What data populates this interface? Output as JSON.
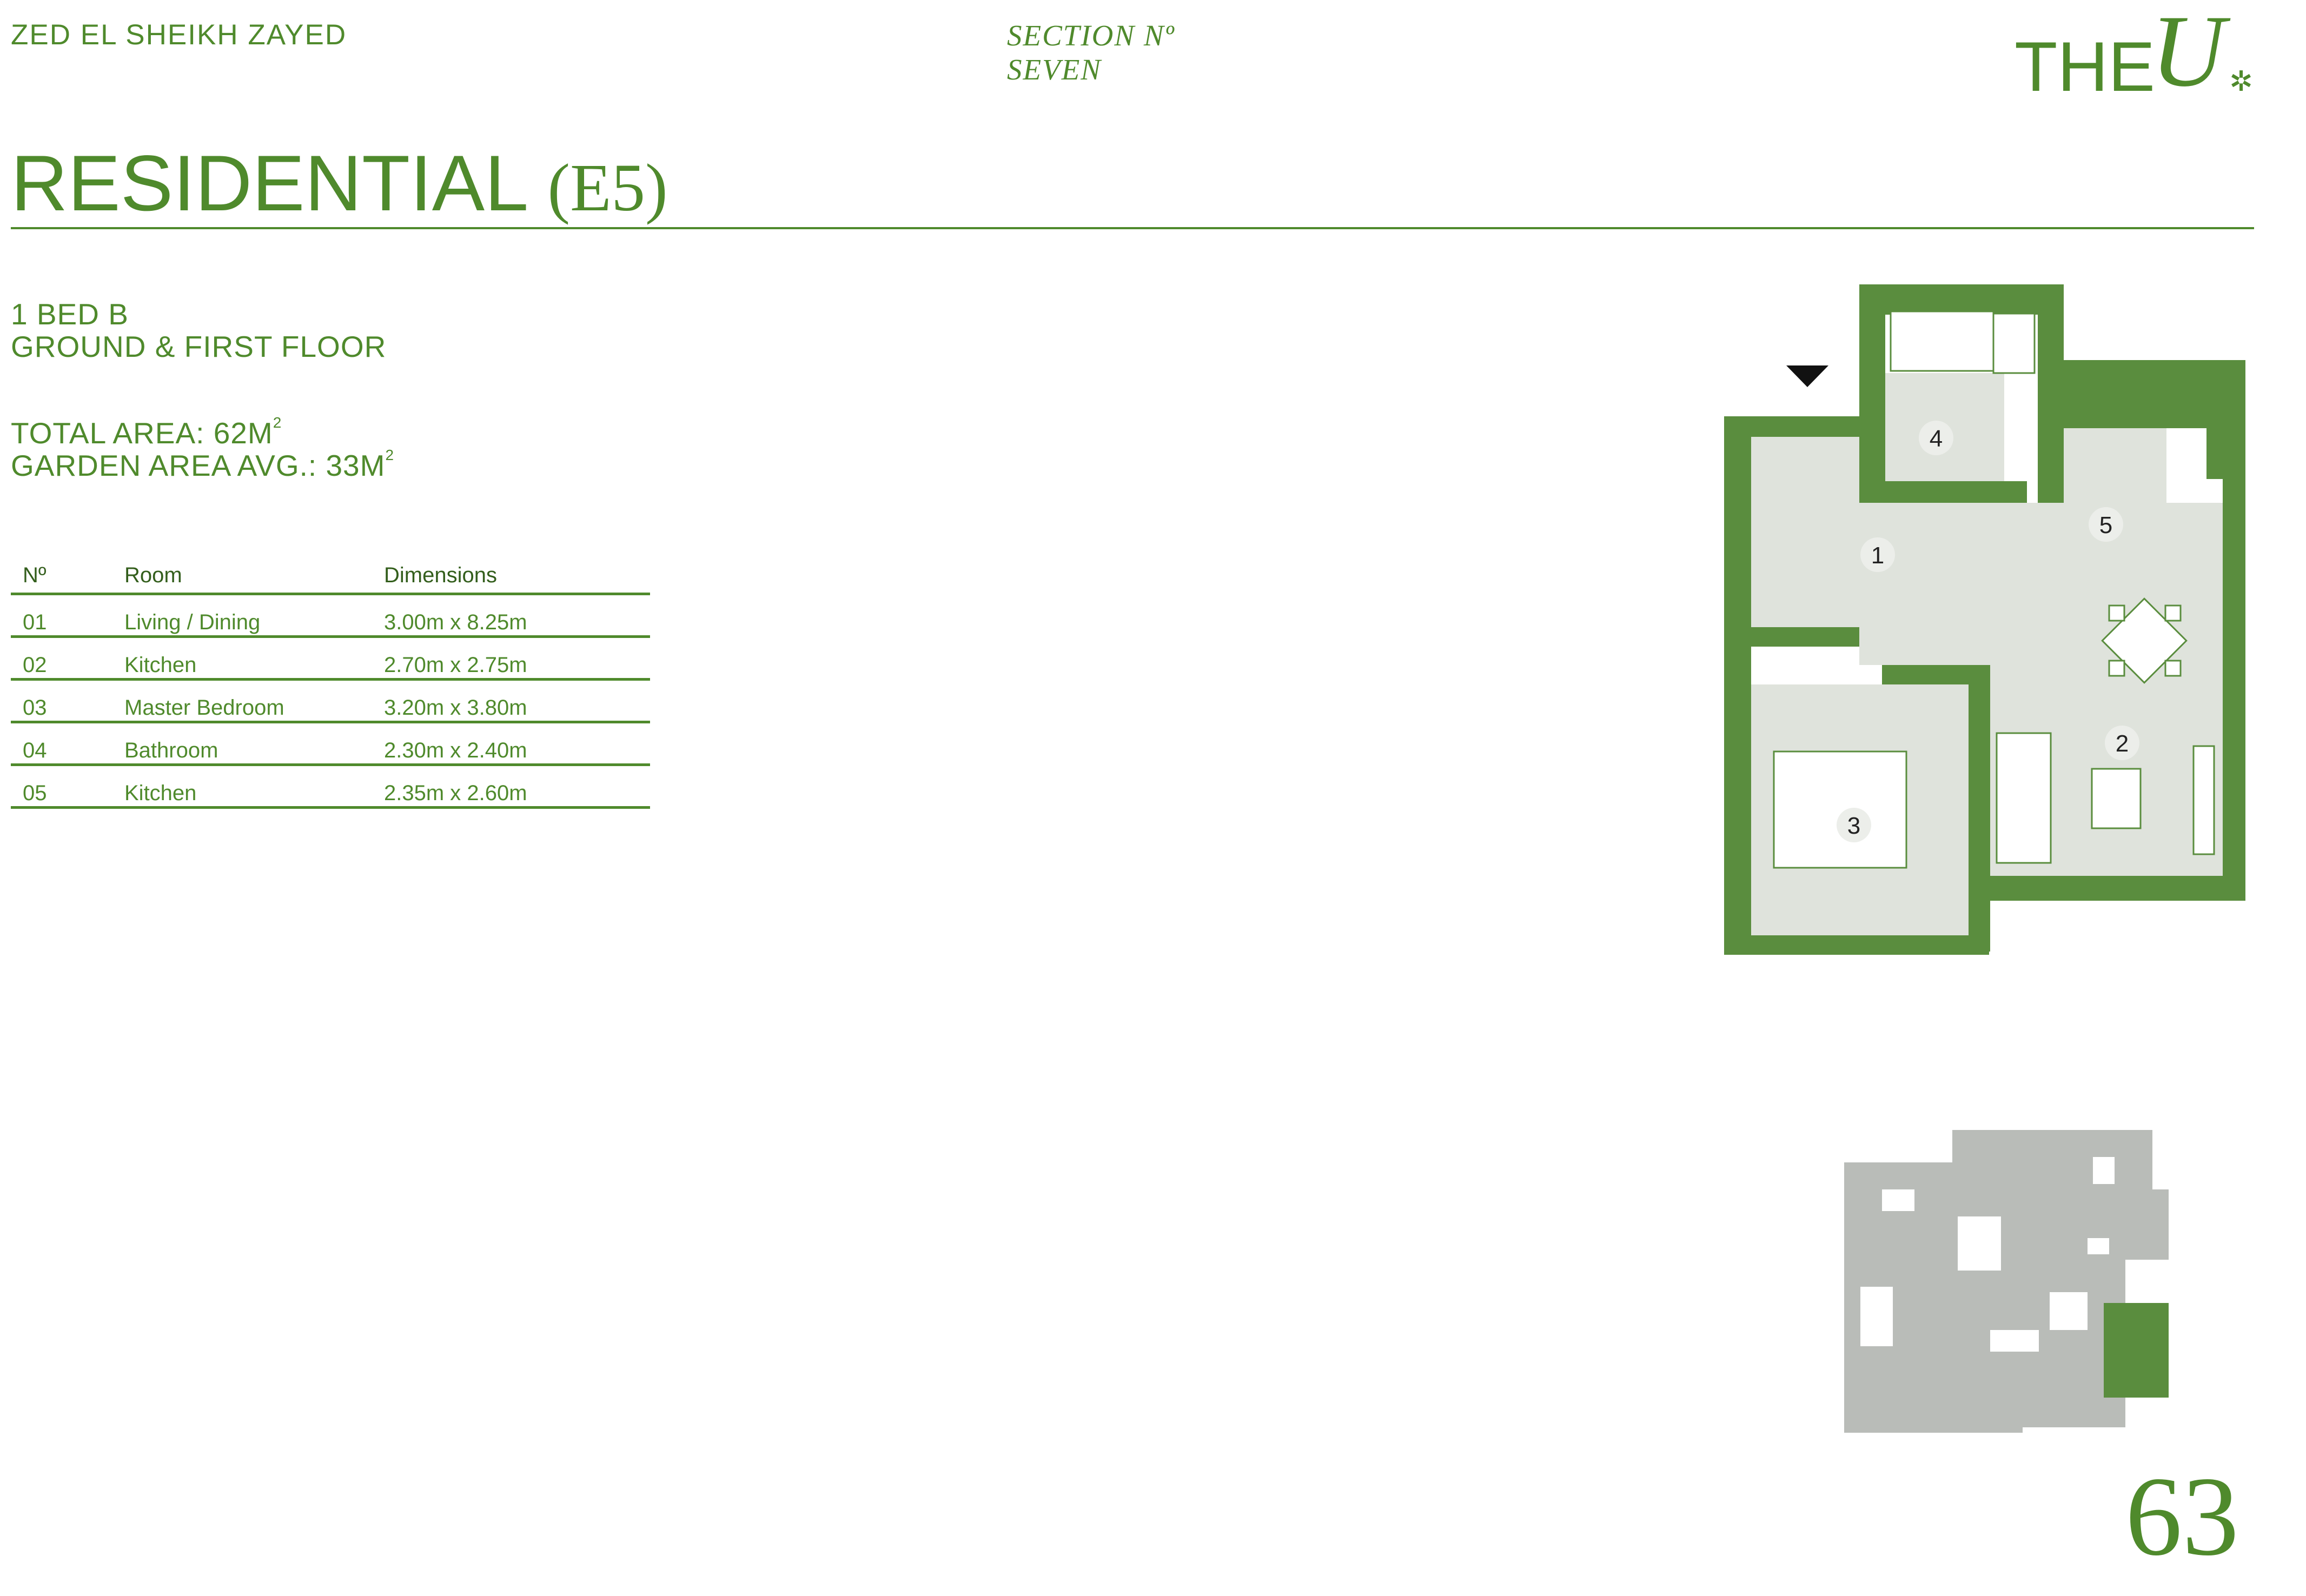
{
  "header": {
    "project": "ZED EL SHEIKH ZAYED",
    "section": "SECTION Nº SEVEN",
    "brand_prefix": "THE",
    "brand_mark": "U",
    "brand_icon": "leaf-cluster-icon"
  },
  "title": {
    "text": "RESIDENTIAL",
    "code": "(E5)"
  },
  "unit": {
    "type": "1 BED B",
    "floors": "GROUND & FIRST FLOOR",
    "total_area_label": "TOTAL AREA: 62M",
    "garden_area_label": "GARDEN AREA AVG.: 33M",
    "area_unit_sup": "2"
  },
  "rooms_table": {
    "headers": [
      "Nº",
      "Room",
      "Dimensions"
    ],
    "rows": [
      [
        "01",
        "Living / Dining",
        "3.00m x 8.25m"
      ],
      [
        "02",
        "Kitchen",
        "2.70m x 2.75m"
      ],
      [
        "03",
        "Master Bedroom",
        "3.20m x 3.80m"
      ],
      [
        "04",
        "Bathroom",
        "2.30m x 2.40m"
      ],
      [
        "05",
        "Kitchen",
        "2.35m x 2.60m"
      ]
    ]
  },
  "floor_plan": {
    "room_labels": [
      "1",
      "2",
      "3",
      "4",
      "5"
    ],
    "entrance_icon": "entrance-arrow-icon"
  },
  "page_number": "63",
  "colors": {
    "accent": "#4f8a2c",
    "wall": "#5a8d3e",
    "floor": "#dfe3dc",
    "keyplan": "#b9bcb8"
  }
}
